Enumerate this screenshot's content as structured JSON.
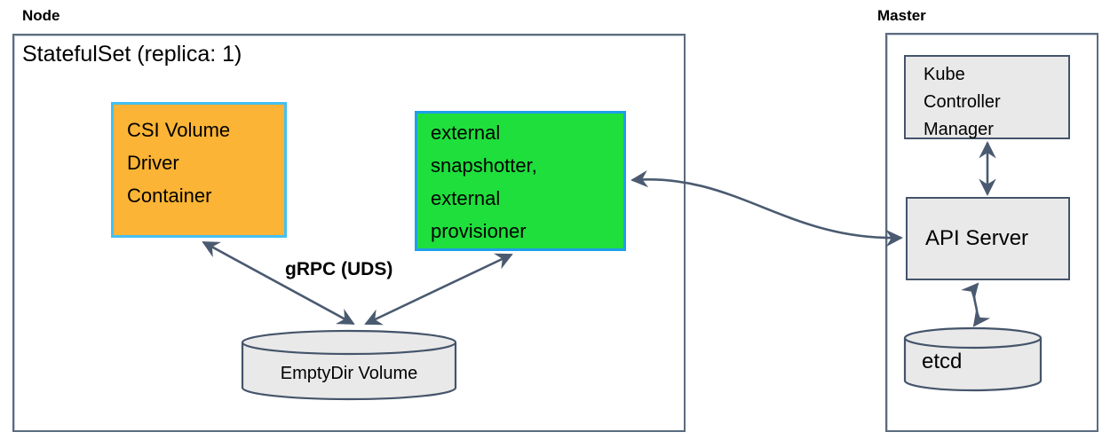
{
  "node": {
    "label": "Node",
    "statefulset_title": "StatefulSet (replica: 1)",
    "csi_driver_box": "CSI Volume\nDriver\nContainer",
    "sidecar_box": "external\nsnapshotter,\nexternal\nprovisioner",
    "grpc_label": "gRPC (UDS)",
    "emptydir_label": "EmptyDir Volume"
  },
  "master": {
    "label": "Master",
    "kube_controller_manager": "Kube\nController\nManager",
    "api_server": "API Server",
    "etcd": "etcd"
  },
  "colors": {
    "csi_box_fill": "#FBB435",
    "csi_box_border": "#45C0F0",
    "sidecar_box_fill": "#1FDF3D",
    "sidecar_box_border": "#1E9FE9",
    "gray_fill": "#E9E9E9",
    "dark_border": "#44546A",
    "outer_border": "#5A6B7E",
    "arrow": "#4A5A70"
  }
}
